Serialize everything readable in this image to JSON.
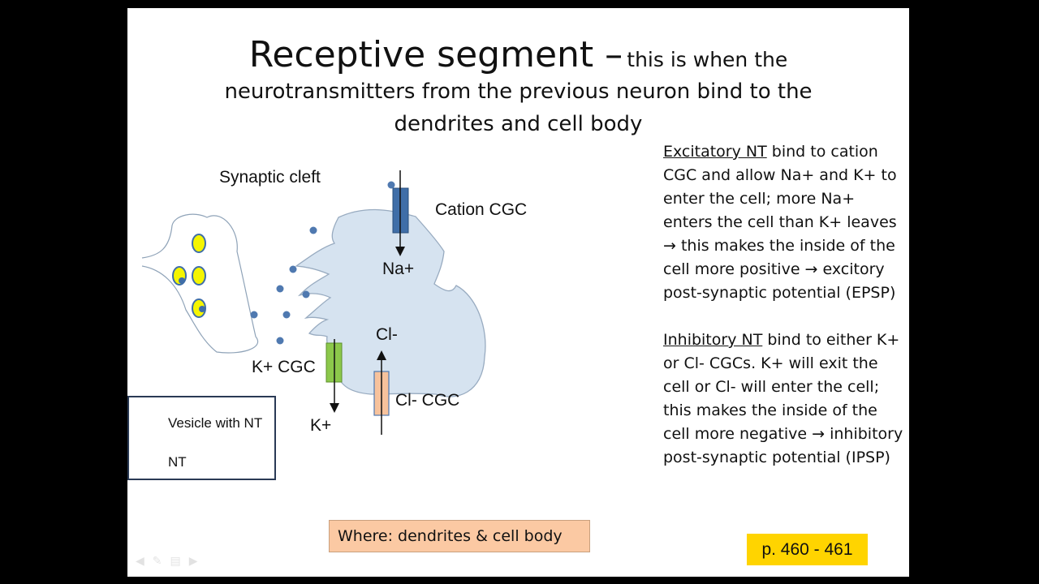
{
  "title": {
    "main": "Receptive segment –",
    "tail": "this is when the",
    "line2": "neurotransmitters from the previous neuron bind to the",
    "line3": "dendrites and cell body"
  },
  "diagram": {
    "synaptic_cleft": "Synaptic cleft",
    "cation_cgc": "Cation CGC",
    "na": "Na+",
    "cl": "Cl-",
    "k_cgc": "K+ CGC",
    "k": "K+",
    "cl_cgc": "Cl- CGC"
  },
  "legend": {
    "vesicle": "Vesicle with NT",
    "nt": "NT"
  },
  "notes": {
    "excitatory_heading": "Excitatory NT",
    "excitatory_text": " bind to cation CGC and allow Na+  and K+ to enter the cell; more Na+ enters the cell than K+ leaves → this makes the inside of the cell more positive → excitory post-synaptic potential (EPSP)",
    "inhibitory_heading": "Inhibitory NT",
    "inhibitory_text": " bind to either K+ or Cl- CGCs.  K+ will exit the cell or Cl- will enter the cell; this makes the inside of the cell more negative → inhibitory post-synaptic potential (IPSP)"
  },
  "where": "Where: dendrites & cell body",
  "page_ref": "p. 460 - 461",
  "colors": {
    "cell_fill": "#d6e3f0",
    "vesicle_fill": "#f5f500",
    "nt_dot": "#4f79b0",
    "cation_channel": "#3f6ea8",
    "k_channel": "#8cc84b",
    "cl_channel": "#f7c29c"
  }
}
